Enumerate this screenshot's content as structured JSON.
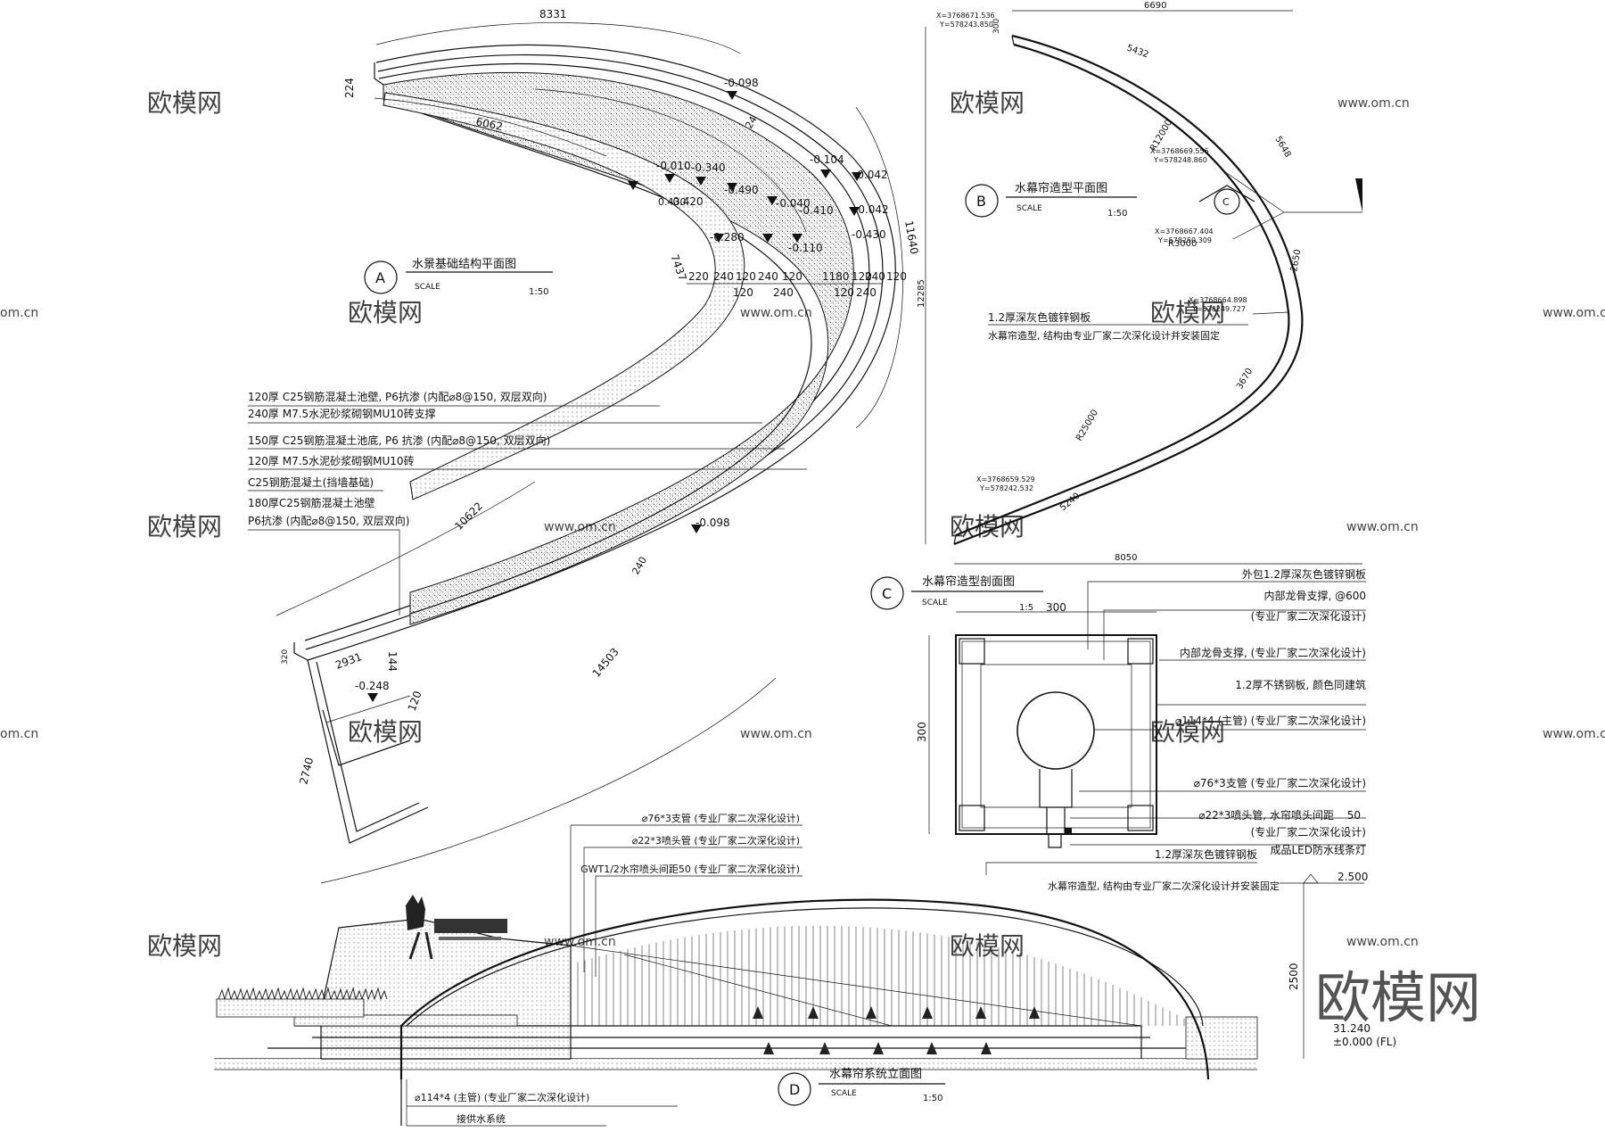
{
  "dims_a": {
    "top": "8331",
    "left_v": "224",
    "inner": "6062",
    "arc_in": "7437",
    "outer_v": "11640",
    "mid": "10622",
    "base_w": "2931",
    "lo": "14503",
    "end_h": "2740",
    "gap": "144",
    "w120": "120",
    "w320": "320",
    "w240": "240",
    "d24": "24",
    "d40": "240"
  },
  "levels_a": [
    "-0.098",
    "-0.010",
    "-0.420",
    "-0.340",
    "-0.490",
    "-0.040",
    "-0.410",
    "-0.104",
    "-0.042",
    "-0.042",
    "-0.430",
    "-0.280",
    "-0.110",
    "-0.098",
    "-0.248",
    "0.430"
  ],
  "row_a": [
    "220",
    "240",
    "120",
    "240",
    "120",
    "1180",
    "120",
    "240",
    "120"
  ],
  "row_a2": [
    "120",
    "240",
    "120",
    "240"
  ],
  "title_a": {
    "letter": "A",
    "name": "水景基础结构平面图",
    "scale_label": "SCALE",
    "scale": "1:50"
  },
  "notes_a": [
    "120厚 C25钢筋混凝土池壁, P6抗渗 (内配⌀8@150, 双层双向)",
    "240厚 M7.5水泥砂浆砌钢MU10砖支撑",
    "150厚 C25钢筋混凝土池底, P6 抗渗 (内配⌀8@150, 双层双向)",
    "120厚 M7.5水泥砂浆砌钢MU10砖",
    "C25钢筋混凝土(挡墙基础)",
    "180厚C25钢筋混凝土池壁",
    "P6抗渗 (内配⌀8@150, 双层双向)"
  ],
  "title_b": {
    "letter": "B",
    "name": "水幕帘造型平面图",
    "scale_label": "SCALE",
    "scale": "1:50"
  },
  "coords_b": [
    {
      "x": "X=3768671.536",
      "y": "Y=578243.850"
    },
    {
      "x": "X=3768669.556",
      "y": "Y=578248.860"
    },
    {
      "x": "X=3768667.404",
      "y": "Y=578250.309"
    },
    {
      "x": "X=3768664.898",
      "y": "Y=578249.727"
    },
    {
      "x": "X=3768659.529",
      "y": "Y=578242.532"
    }
  ],
  "dims_b": {
    "top": "6690",
    "left": "12285",
    "bottom": "8050",
    "r12000": "R12000",
    "r3000": "R3000",
    "r25000": "R25000",
    "s1": "5432",
    "s2": "5648",
    "s3": "2650",
    "s4": "3670",
    "s5": "5240",
    "s0": "300"
  },
  "notes_b": [
    "1.2厚深灰色镀锌钢板",
    "水幕帘造型, 结构由专业厂家二次深化设计并安装固定"
  ],
  "section_mark": "C",
  "title_c": {
    "letter": "C",
    "name": "水幕帘造型剖面图",
    "scale_label": "SCALE",
    "scale": "1:5"
  },
  "dims_c": {
    "w": "300",
    "h": "300",
    "spacing": "50"
  },
  "notes_c": [
    "外包1.2厚深灰色镀锌钢板",
    "内部龙骨支撑, @600",
    "(专业厂家二次深化设计)",
    "内部龙骨支撑, (专业厂家二次深化设计)",
    "1.2厚不锈钢板, 颜色同建筑",
    "⌀114*4 (主管) (专业厂家二次深化设计)",
    "⌀76*3支管 (专业厂家二次深化设计)",
    "⌀22*3喷头管, 水帘喷头间距",
    "(专业厂家二次深化设计)",
    "成品LED防水线条灯"
  ],
  "notes_d": [
    "⌀76*3支管 (专业厂家二次深化设计)",
    "⌀22*3喷头管 (专业厂家二次深化设计)",
    "GWT1/2水帘喷头间距50 (专业厂家二次深化设计)",
    "1.2厚深灰色镀锌钢板",
    "水幕帘造型, 结构由专业厂家二次深化设计并安装固定",
    "⌀114*4 (主管) (专业厂家二次深化设计)",
    "接供水系统"
  ],
  "title_d": {
    "letter": "D",
    "name": "水幕帘系统立面图",
    "scale_label": "SCALE",
    "scale": "1:50"
  },
  "elev_d": {
    "top": "2.500",
    "mid": "2500",
    "fl1": "31.240",
    "fl2": "±0.000 (FL)"
  },
  "watermark": {
    "cn": "欧模网",
    "url": "www.om.cn",
    "partial": "om.cn",
    "big": "欧模网"
  }
}
